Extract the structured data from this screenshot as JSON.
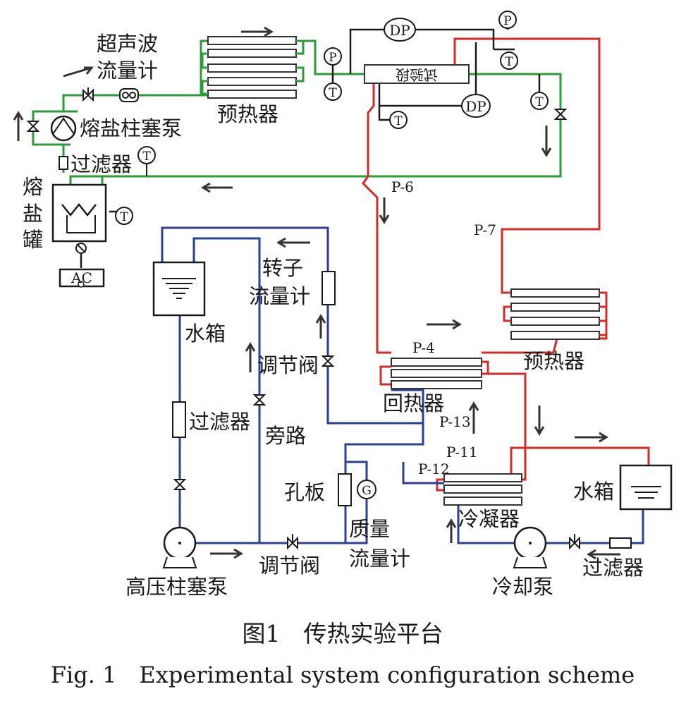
{
  "labels": {
    "ultrasonic_flowmeter_line1": "超声波",
    "ultrasonic_flowmeter_line2": "流量计",
    "preheater_top": "预热器",
    "molten_salt_pump": "熔盐柱塞泵",
    "filter_salt": "过滤器",
    "salt_tank_char1": "熔",
    "salt_tank_char2": "盐",
    "salt_tank_char3": "罐",
    "ac": "AC",
    "test_section": "试验段",
    "dp1": "DP",
    "dp2": "DP",
    "p_top": "P",
    "p_mid": "P",
    "t_top_right": "T",
    "t_mid": "T",
    "t_test_bottom": "T",
    "t_right": "T",
    "t_filter": "T",
    "t_tank": "T",
    "p6": "P-6",
    "p7": "P-7",
    "p4": "P-4",
    "p13": "P-13",
    "p11": "P-11",
    "p12": "P-12",
    "rotameter_line1": "转子",
    "rotameter_line2": "流量计",
    "water_tank_left": "水箱",
    "regulating_valve_upper": "调节阀",
    "filter_water_left": "过滤器",
    "bypass": "旁路",
    "preheater_right": "预热器",
    "recuperator": "回热器",
    "orifice": "孔板",
    "g": "G",
    "mass_flowmeter_line1": "质量",
    "mass_flowmeter_line2": "流量计",
    "condenser": "冷凝器",
    "water_tank_right": "水箱",
    "high_pressure_pump": "高压柱塞泵",
    "regulating_valve_lower": "调节阀",
    "cooling_pump": "冷却泵",
    "filter_water_right": "过滤器"
  },
  "caption": {
    "zh": "图1　传热实验平台",
    "en": "Fig. 1　Experimental system configuration scheme"
  },
  "colors": {
    "salt_loop": "#2e9a3a",
    "co2_loop": "#d42a2a",
    "water_loop": "#2a3f95"
  }
}
